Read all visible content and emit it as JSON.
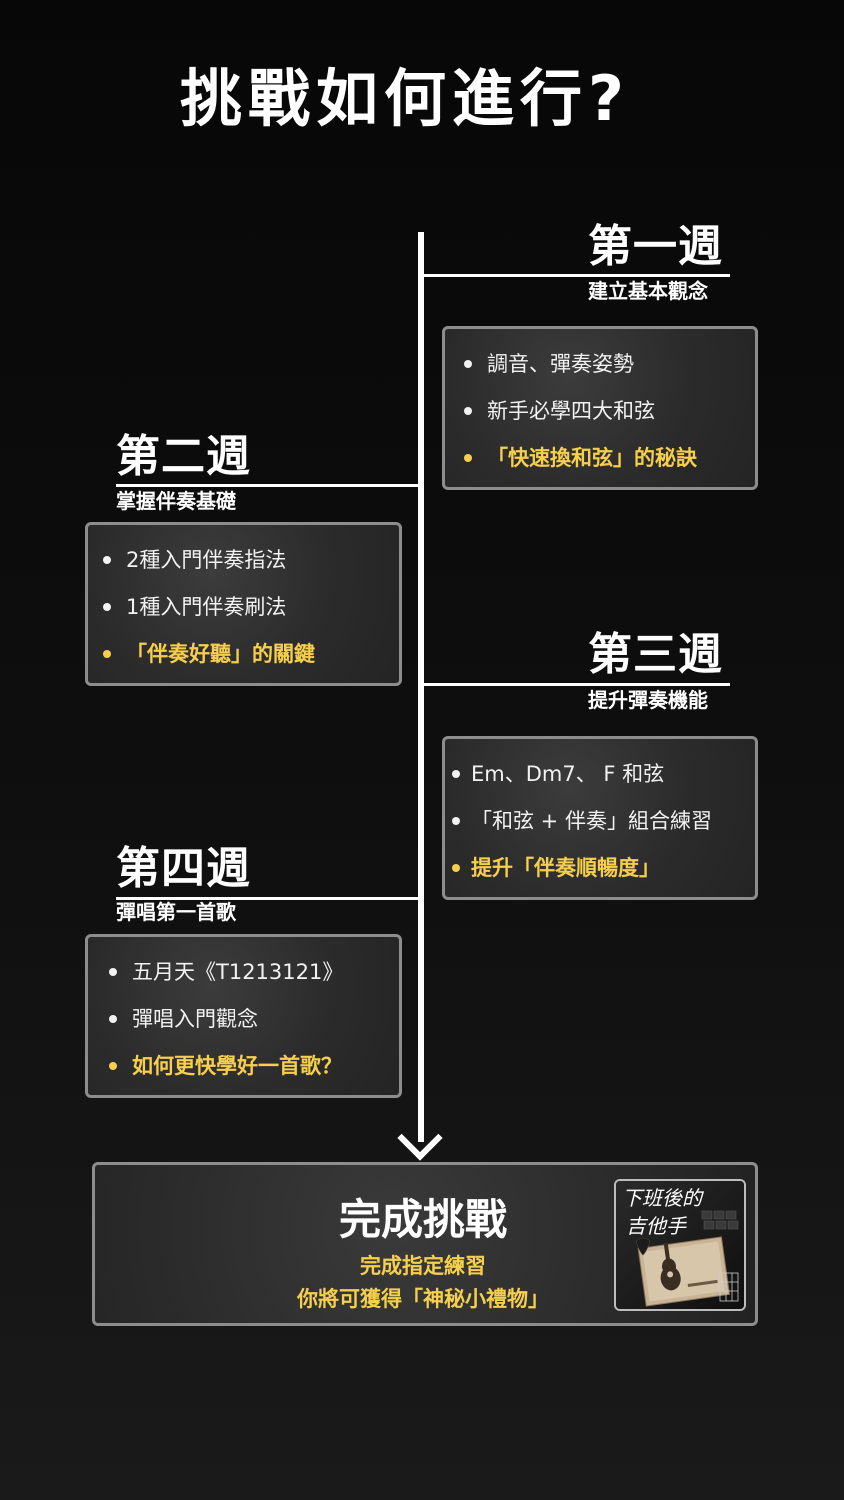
{
  "title": "挑戰如何進行?",
  "weeks": [
    {
      "heading": "第一週",
      "subtitle": "建立基本觀念",
      "items": [
        {
          "text": "調音、彈奏姿勢",
          "highlight": false
        },
        {
          "text": "新手必學四大和弦",
          "highlight": false
        },
        {
          "text": "「快速換和弦」的秘訣",
          "highlight": true
        }
      ]
    },
    {
      "heading": "第二週",
      "subtitle": "掌握伴奏基礎",
      "items": [
        {
          "text": "2種入門伴奏指法",
          "highlight": false
        },
        {
          "text": "1種入門伴奏刷法",
          "highlight": false
        },
        {
          "text": "「伴奏好聽」的關鍵",
          "highlight": true
        }
      ]
    },
    {
      "heading": "第三週",
      "subtitle": "提升彈奏機能",
      "items": [
        {
          "text": "Em、Dm7、 F 和弦",
          "highlight": false
        },
        {
          "text": "「和弦 + 伴奏」組合練習",
          "highlight": false
        },
        {
          "text": "提升「伴奏順暢度」",
          "highlight": true
        }
      ]
    },
    {
      "heading": "第四週",
      "subtitle": "彈唱第一首歌",
      "items": [
        {
          "text": "五月天《T1213121》",
          "highlight": false
        },
        {
          "text": "彈唱入門觀念",
          "highlight": false
        },
        {
          "text": "如何更快學好一首歌？",
          "highlight": true
        }
      ]
    }
  ],
  "finish": {
    "title": "完成挑戰",
    "line1": "完成指定練習",
    "line2": "你將可獲得「神秘小禮物」",
    "thumbnail_text": "下班後的吉他手"
  },
  "colors": {
    "background": "#0b0b0b",
    "highlight": "#f6cf4c",
    "card_border": "#8d8d8d",
    "line": "#ffffff"
  },
  "icons": {
    "bullet": "bullet-dot-icon",
    "arrow": "arrow-down-icon",
    "thumbnail": "guitar-book-thumbnail"
  }
}
